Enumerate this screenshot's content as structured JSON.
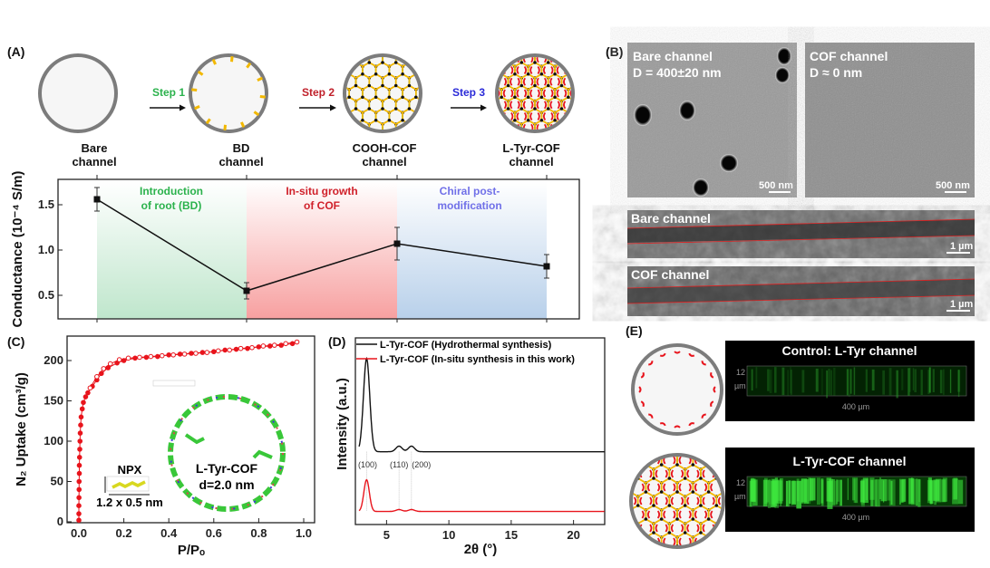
{
  "panels": {
    "A": "(A)",
    "B": "(B)",
    "C": "(C)",
    "D": "(D)",
    "E": "(E)"
  },
  "panelA": {
    "channels": [
      {
        "line1": "Bare",
        "line2": "channel"
      },
      {
        "line1": "BD",
        "line2": "channel"
      },
      {
        "line1": "COOH-COF",
        "line2": "channel"
      },
      {
        "line1": "L-Tyr-COF",
        "line2": "channel"
      }
    ],
    "steps": [
      {
        "label": "Step 1",
        "color": "#2bb24c"
      },
      {
        "label": "Step 2",
        "color": "#c0202a"
      },
      {
        "label": "Step 3",
        "color": "#2a2ad8"
      }
    ],
    "regions": [
      {
        "line1": "Introduction",
        "line2": "of root (BD)",
        "color": "#2bb24c",
        "fill": "#bfe6cc"
      },
      {
        "line1": "In-situ growth",
        "line2": "of COF",
        "color": "#d0202a",
        "fill": "#f7a0a0"
      },
      {
        "line1": "Chiral post-",
        "line2": "modification",
        "color": "#7070e8",
        "fill": "#b8d0ea"
      }
    ]
  },
  "panelB": {
    "top_left": {
      "title": "Bare channel",
      "subtitle": "D = 400±20 nm",
      "scale": "500 nm"
    },
    "top_right": {
      "title": "COF channel",
      "subtitle": "D ≈ 0  nm",
      "scale": "500 nm"
    },
    "bottom1": {
      "title": "Bare channel",
      "scale": "1 µm"
    },
    "bottom2": {
      "title": "COF channel",
      "scale": "1 µm"
    }
  },
  "panelC": {
    "inset_npx_label": "NPX",
    "inset_npx_size": "1.2 x 0.5 nm",
    "inset_cof_label": "L-Tyr-COF",
    "inset_cof_d": "d=2.0 nm"
  },
  "panelE": {
    "top_title": "Control: L-Tyr channel",
    "bottom_title": "L-Tyr-COF channel",
    "depth_label_1": "12",
    "depth_label_2": "µm",
    "length_label": "400 µm"
  },
  "chart_data": [
    {
      "id": "conductance",
      "type": "line",
      "title": "",
      "xlabel": "",
      "ylabel": "Conductance (10⁻⁴ S/m)",
      "categories": [
        "Bare channel",
        "BD channel",
        "COOH-COF channel",
        "L-Tyr-COF channel"
      ],
      "values": [
        1.56,
        0.55,
        1.07,
        0.82
      ],
      "errors": [
        0.13,
        0.09,
        0.18,
        0.13
      ],
      "ylim": [
        0.24,
        1.78
      ],
      "yticks": [
        "0.5",
        "1.0",
        "1.5"
      ],
      "ytick_values": [
        0.5,
        1.0,
        1.5
      ]
    },
    {
      "id": "n2-isotherm",
      "type": "scatter",
      "xlabel": "P/Pₒ",
      "ylabel": "N₂ Uptake (cm³/g)",
      "xlim": [
        -0.05,
        1.05
      ],
      "ylim": [
        0,
        230
      ],
      "xticks": [
        "0.0",
        "0.2",
        "0.4",
        "0.6",
        "0.8",
        "1.0"
      ],
      "xtick_values": [
        0,
        0.2,
        0.4,
        0.6,
        0.8,
        1.0
      ],
      "yticks": [
        "0",
        "50",
        "100",
        "150",
        "200"
      ],
      "ytick_values": [
        0,
        50,
        100,
        150,
        200
      ],
      "series": [
        {
          "name": "Adsorption",
          "marker": "filled",
          "color": "#e8141c",
          "x": [
            0,
            0,
            0,
            0.0005,
            0.001,
            0.001,
            0.002,
            0.002,
            0.003,
            0.004,
            0.005,
            0.006,
            0.008,
            0.01,
            0.015,
            0.02,
            0.03,
            0.04,
            0.06,
            0.08,
            0.1,
            0.13,
            0.17,
            0.2,
            0.25,
            0.3,
            0.35,
            0.4,
            0.45,
            0.5,
            0.55,
            0.6,
            0.65,
            0.7,
            0.75,
            0.8,
            0.85,
            0.9,
            0.95
          ],
          "y": [
            2,
            10,
            20,
            30,
            40,
            50,
            60,
            70,
            80,
            90,
            100,
            110,
            120,
            130,
            140,
            148,
            155,
            160,
            168,
            176,
            184,
            191,
            197,
            200,
            203,
            204,
            205,
            207,
            208,
            209,
            210,
            211,
            213,
            214,
            215,
            217,
            218,
            219,
            221
          ]
        },
        {
          "name": "Desorption",
          "marker": "open",
          "color": "#e8141c",
          "x": [
            0.97,
            0.92,
            0.87,
            0.82,
            0.77,
            0.72,
            0.67,
            0.62,
            0.57,
            0.52,
            0.47,
            0.42,
            0.37,
            0.32,
            0.27,
            0.22,
            0.18,
            0.14,
            0.11,
            0.08,
            0.05
          ],
          "y": [
            223,
            221,
            219,
            218,
            216,
            215,
            213,
            212,
            210,
            209,
            208,
            207,
            206,
            205,
            204,
            203,
            201,
            196,
            190,
            180,
            166
          ]
        }
      ]
    },
    {
      "id": "pxrd",
      "type": "line",
      "xlabel": "2θ (°)",
      "ylabel": "Intensity (a.u.)",
      "xlim": [
        2.5,
        22.5
      ],
      "ylim": [
        0,
        1
      ],
      "xticks": [
        "5",
        "10",
        "15",
        "20"
      ],
      "xtick_values": [
        5,
        10,
        15,
        20
      ],
      "peak_labels": [
        {
          "label": "(100)",
          "x": 3.4
        },
        {
          "label": "(110)",
          "x": 6.0
        },
        {
          "label": "(200)",
          "x": 7.0
        }
      ],
      "series": [
        {
          "name": "L-Tyr-COF (Hydrothermal synthesis)",
          "color": "#111111",
          "offset": 0.39,
          "peaks": [
            {
              "x": 3.4,
              "h": 0.5,
              "w": 0.25
            },
            {
              "x": 6.0,
              "h": 0.03,
              "w": 0.25
            },
            {
              "x": 7.0,
              "h": 0.03,
              "w": 0.25
            }
          ]
        },
        {
          "name": "L-Tyr-COF (In-situ synthesis in this work)",
          "color": "#e8141c",
          "offset": 0.07,
          "peaks": [
            {
              "x": 3.4,
              "h": 0.17,
              "w": 0.22
            },
            {
              "x": 6.0,
              "h": 0.01,
              "w": 0.25
            },
            {
              "x": 7.0,
              "h": 0.01,
              "w": 0.25
            }
          ]
        }
      ]
    }
  ]
}
